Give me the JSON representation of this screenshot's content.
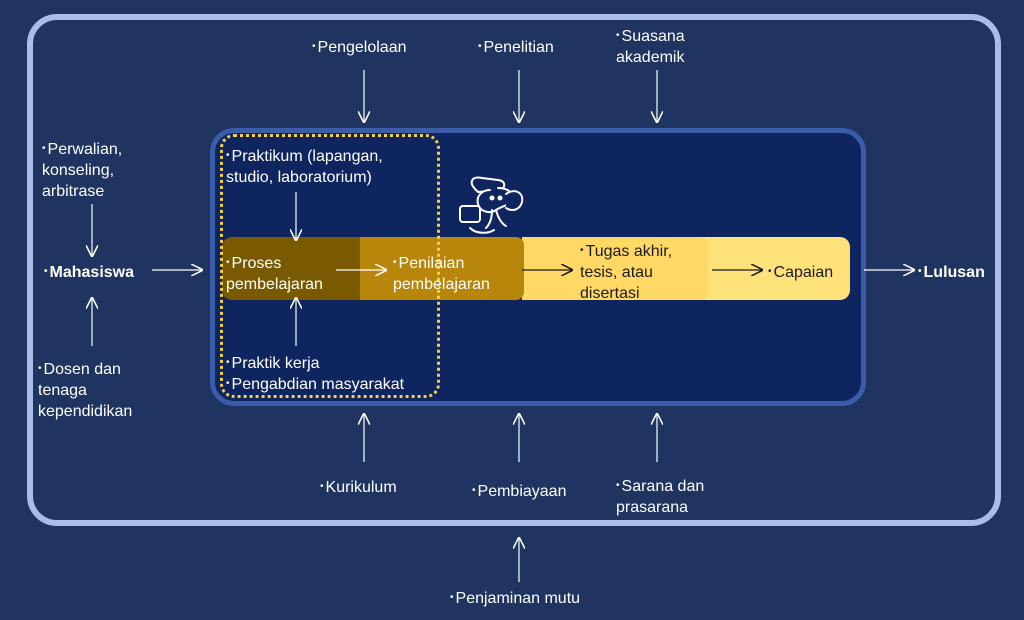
{
  "colors": {
    "background": "#1f3460",
    "outer_border": "#a9bde8",
    "inner_box": "#0e2560",
    "inner_border": "#3b5ca8",
    "band_dark": "#7a5a00",
    "band_mid": "#b8860b",
    "band_light": "#ffe27a",
    "dotted_border": "#f3cf4c",
    "text": "#ffffff"
  },
  "icon": "elephant-mascot-icon",
  "bullet": "•",
  "top_inputs": [
    "Pengelolaan",
    "Penelitian",
    "Suasana akademik"
  ],
  "bottom_inputs": [
    "Kurikulum",
    "Pembiayaan",
    "Sarana dan prasarana"
  ],
  "outer_bottom_input": "Penjaminan mutu",
  "left_top_input": "Perwalian, konseling, arbitrase",
  "left_bottom_input": "Dosen dan tenaga kependidikan",
  "input": "Mahasiswa",
  "output": "Lulusan",
  "process_top": "Praktikum (lapangan, studio, laboratorium)",
  "process_bottom": [
    "Praktik kerja",
    "Pengabdian masyarakat"
  ],
  "stages": [
    "Proses pembelajaran",
    "Penilaian pembelajaran",
    "Tugas akhir, tesis, atau disertasi",
    "Capaian"
  ]
}
